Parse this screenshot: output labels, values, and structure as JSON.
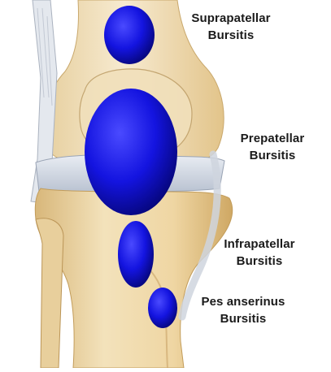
{
  "diagram": {
    "bursae": [
      {
        "id": "suprapatellar",
        "line1": "Suprapatellar",
        "line2": "Bursitis"
      },
      {
        "id": "prepatellar",
        "line1": "Prepatellar",
        "line2": "Bursitis"
      },
      {
        "id": "infrapatellar",
        "line1": "Infrapatellar",
        "line2": "Bursitis"
      },
      {
        "id": "pes-anserinus",
        "line1": "Pes anserinus",
        "line2": "Bursitis"
      }
    ]
  },
  "colors": {
    "bursa_fill": "#1010e8",
    "bursa_dark": "#05058a",
    "bone": "#f0d9a8",
    "bone_shadow": "#d9b97c",
    "cartilage": "#cfd6e2",
    "ligament": "#e6e9ee"
  }
}
